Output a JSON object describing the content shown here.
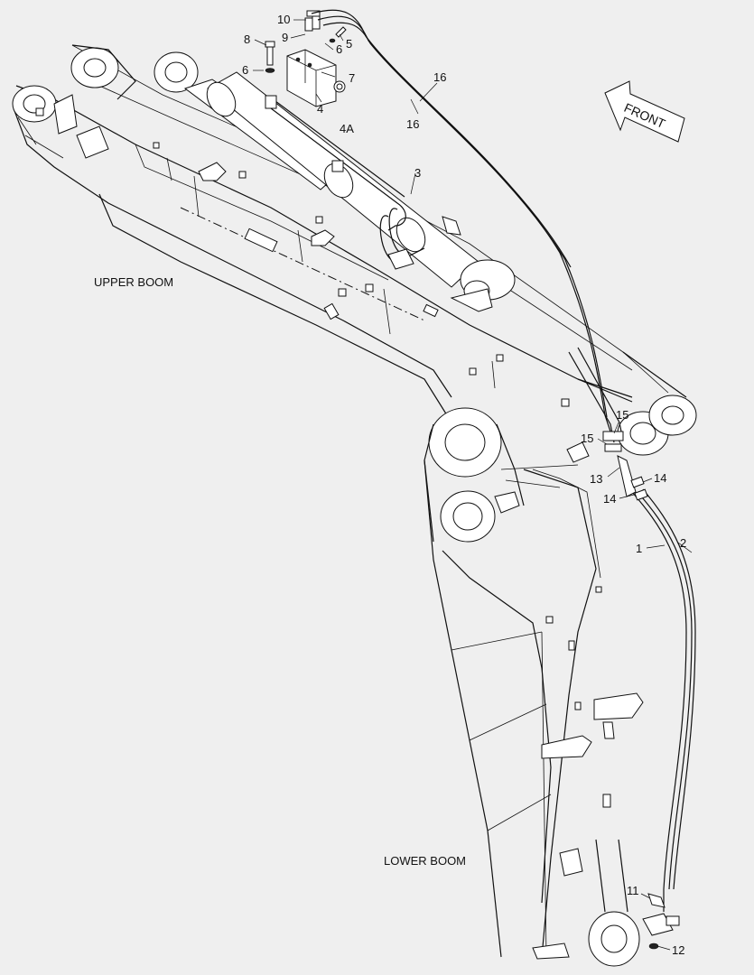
{
  "labels": {
    "front": "FRONT",
    "upper_boom": "UPPER BOOM",
    "lower_boom": "LOWER BOOM"
  },
  "callouts": {
    "c1": "1",
    "c2": "2",
    "c3": "3",
    "c4": "4",
    "c4a": "4A",
    "c5": "5",
    "c6a": "6",
    "c6b": "6",
    "c7": "7",
    "c8": "8",
    "c9": "9",
    "c10": "10",
    "c11": "11",
    "c12": "12",
    "c13": "13",
    "c14a": "14",
    "c14b": "14",
    "c15a": "15",
    "c15b": "15",
    "c16a": "16",
    "c16b": "16"
  }
}
